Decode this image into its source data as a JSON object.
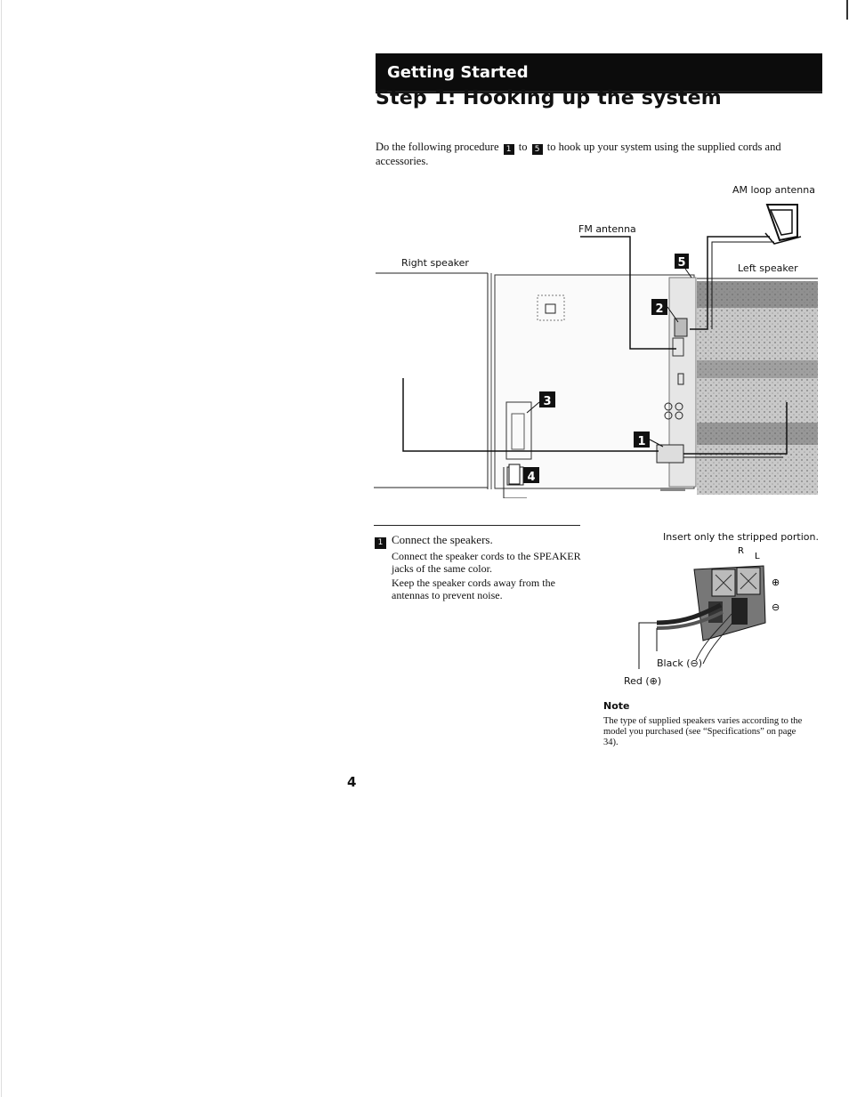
{
  "header": {
    "section": "Getting Started",
    "title": "Step 1: Hooking up the system"
  },
  "intro": {
    "text_before": "Do the following procedure",
    "step_first": "1",
    "connector": "to",
    "step_last": "5",
    "text_after": "to hook up your system using the supplied cords and accessories."
  },
  "diagram": {
    "labels": {
      "am_antenna": "AM loop antenna",
      "fm_antenna": "FM antenna",
      "right_speaker": "Right speaker",
      "left_speaker": "Left speaker"
    },
    "step_markers": [
      "1",
      "2",
      "3",
      "4",
      "5"
    ]
  },
  "step1": {
    "number": "1",
    "heading": "Connect the speakers.",
    "line1": "Connect the speaker cords to the SPEAKER jacks of the same color.",
    "line2": "Keep the speaker cords away from the antennas to prevent noise."
  },
  "terminal": {
    "caption": "Insert only the stripped portion.",
    "r_label": "R",
    "l_label": "L",
    "plus_symbol": "⊕",
    "minus_symbol": "⊖",
    "black_label": "Black (⊖)",
    "red_label": "Red (⊕)"
  },
  "note": {
    "title": "Note",
    "text": "The type of supplied speakers varies according to the model you purchased (see “Specifications” on page 34)."
  },
  "page_number": "4"
}
